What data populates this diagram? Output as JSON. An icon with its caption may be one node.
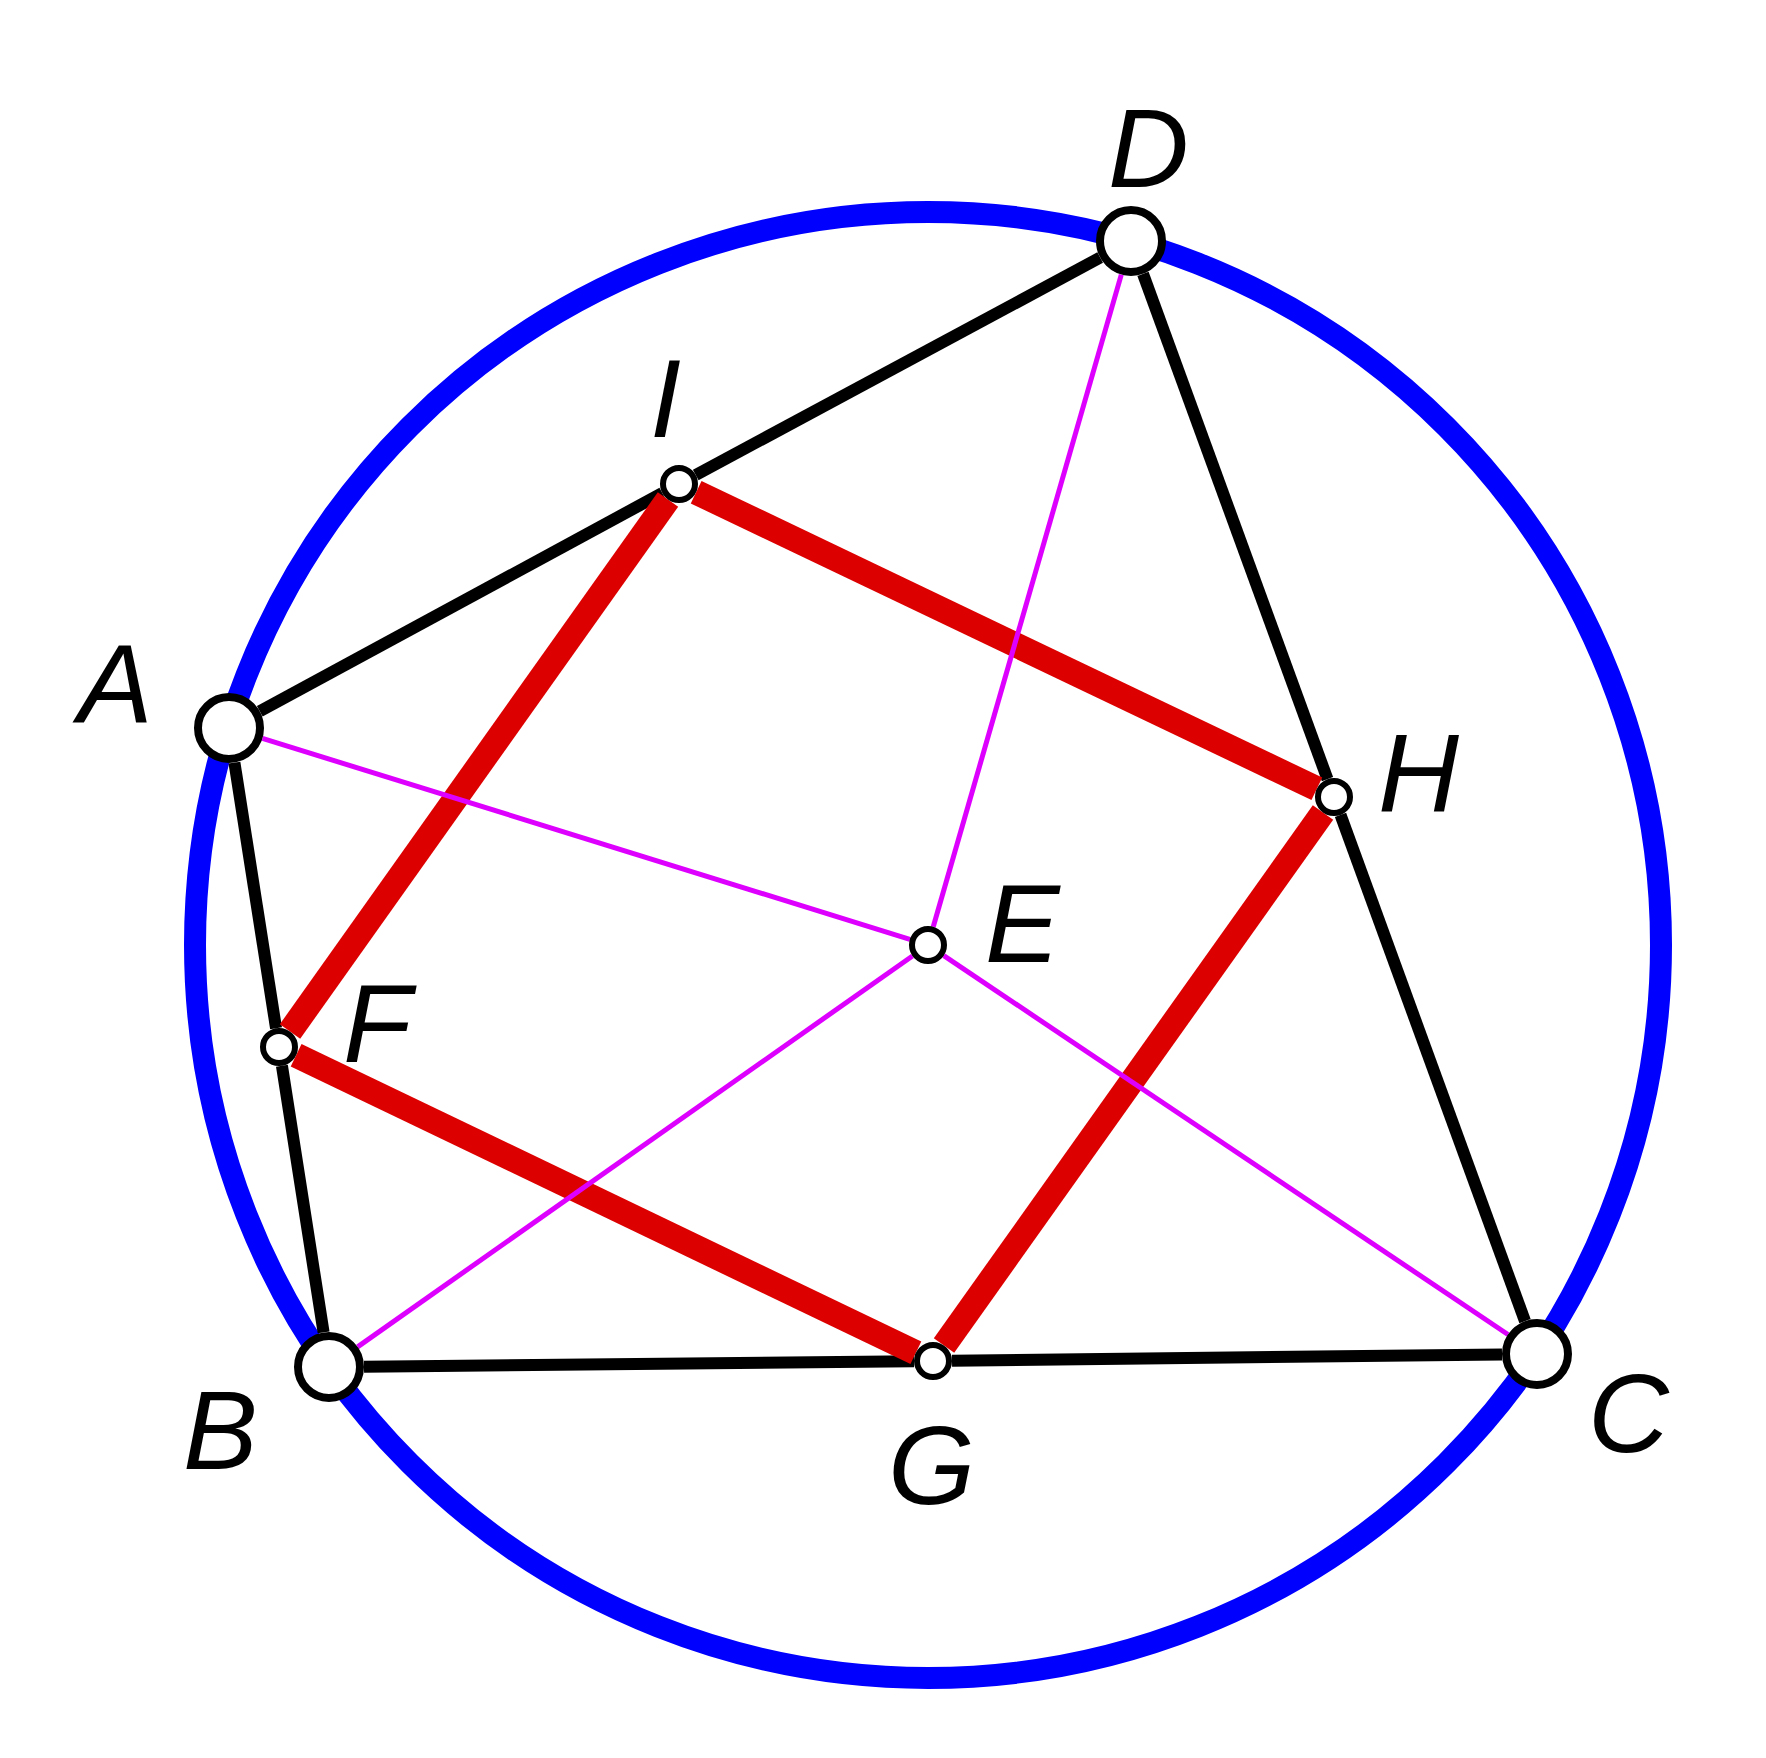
{
  "diagram": {
    "nodes": [
      {
        "text": [],
        "shape": "circle",
        "beside": [
          "A"
        ]
      },
      {
        "text": [],
        "shape": "circle",
        "beside": [
          "B"
        ]
      },
      {
        "text": [],
        "shape": "circle",
        "beside": [
          "C"
        ]
      },
      {
        "text": [],
        "shape": "circle",
        "beside": [
          "D"
        ]
      },
      {
        "text": [],
        "shape": "circle",
        "beside": [
          "E"
        ]
      },
      {
        "text": [],
        "shape": "circle",
        "beside": [
          "F"
        ]
      },
      {
        "text": [],
        "shape": "circle",
        "beside": [
          "G"
        ]
      },
      {
        "text": [],
        "shape": "circle",
        "beside": [
          "H"
        ]
      },
      {
        "text": [],
        "shape": "circle",
        "beside": [
          "I"
        ]
      }
    ],
    "edges": [
      {
        "from": 0,
        "to": 8,
        "arrow": "none"
      },
      {
        "from": 8,
        "to": 3,
        "arrow": "none"
      },
      {
        "from": 3,
        "to": 7,
        "arrow": "none"
      },
      {
        "from": 7,
        "to": 2,
        "arrow": "none"
      },
      {
        "from": 2,
        "to": 6,
        "arrow": "none"
      },
      {
        "from": 6,
        "to": 1,
        "arrow": "none"
      },
      {
        "from": 1,
        "to": 5,
        "arrow": "none"
      },
      {
        "from": 5,
        "to": 0,
        "arrow": "none"
      },
      {
        "from": 8,
        "to": 7,
        "arrow": "none",
        "style": "thick",
        "color": "#dd0000"
      },
      {
        "from": 7,
        "to": 6,
        "arrow": "none",
        "style": "thick",
        "color": "#dd0000"
      },
      {
        "from": 6,
        "to": 5,
        "arrow": "none",
        "style": "thick",
        "color": "#dd0000"
      },
      {
        "from": 5,
        "to": 8,
        "arrow": "none",
        "style": "thick",
        "color": "#dd0000"
      },
      {
        "from": 0,
        "to": 4,
        "arrow": "none",
        "color": "#dd00ff"
      },
      {
        "from": 3,
        "to": 4,
        "arrow": "none",
        "color": "#dd00ff"
      },
      {
        "from": 2,
        "to": 4,
        "arrow": "none",
        "color": "#dd00ff"
      },
      {
        "from": 1,
        "to": 4,
        "arrow": "none",
        "color": "#dd00ff"
      }
    ]
  }
}
